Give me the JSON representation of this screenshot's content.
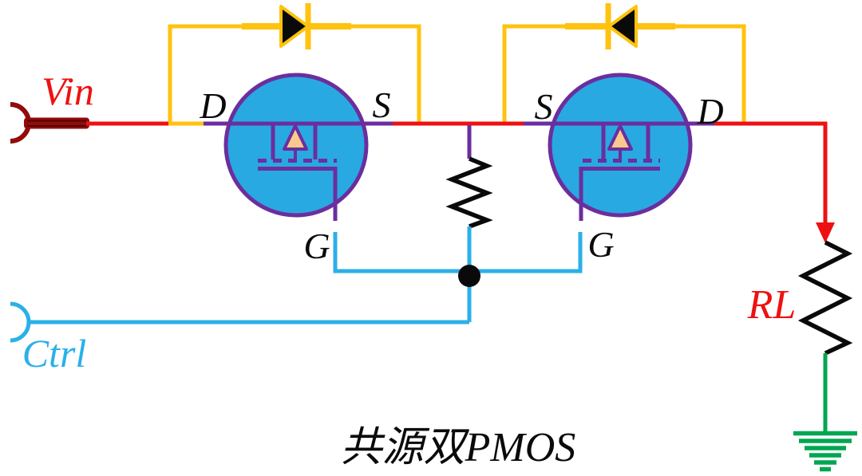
{
  "diagram": {
    "title": "共源双PMOS",
    "ports": {
      "input_label": "Vin",
      "control_label": "Ctrl"
    },
    "load": {
      "label": "RL"
    },
    "mosfet_left": {
      "drain": "D",
      "source": "S",
      "gate": "G"
    },
    "mosfet_right": {
      "source": "S",
      "drain": "D",
      "gate": "G"
    },
    "colors": {
      "wire_red": "#EE1111",
      "connector_dark_red": "#930B0B",
      "connector_stripe": "#4D0404",
      "body_diode_yellow": "#FFC20E",
      "mosfet_purple": "#6B2E9E",
      "mosfet_body_blue": "#29A9E1",
      "control_cyan": "#2BB0E8",
      "ground_green": "#00A651",
      "substrate_arrow_tan": "#FBC98B",
      "ink_black": "#0A0A0A"
    }
  }
}
